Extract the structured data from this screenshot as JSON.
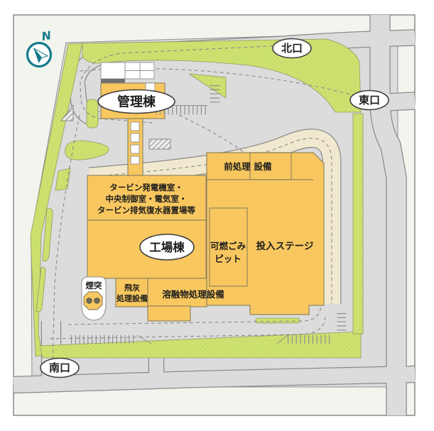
{
  "map": {
    "compass": "N",
    "gates": {
      "north": "北口",
      "east": "東口",
      "south": "南口"
    },
    "labels": {
      "admin": "管理棟",
      "factory": "工場棟",
      "turbine1": "タービン発電機室・",
      "turbine2": "中央制御室・電気室・",
      "turbine3": "タービン排気復水器置場等",
      "pre1": "前処理",
      "pre2": "設備",
      "pit1": "可燃ごみ",
      "pit2": "ピット",
      "stage": "投入ステージ",
      "ash1": "飛灰",
      "ash2": "処理設備",
      "melt": "溶融物処理設備",
      "chimney": "煙突"
    },
    "colors": {
      "building": "#f9c75f",
      "ground": "#dcdcdd",
      "green": "#cde170",
      "ramp": "#f0e9cf",
      "compass_teal": "#157a8c",
      "map_background": "#f2f5ee"
    }
  }
}
